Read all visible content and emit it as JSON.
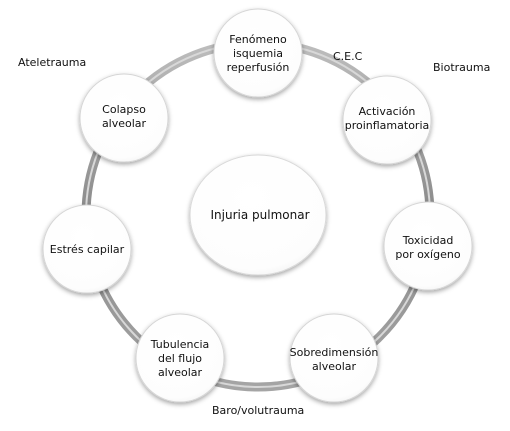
{
  "center": {
    "label": "Injuria pulmonar"
  },
  "nodes": [
    {
      "id": "fenomeno",
      "lines": [
        "Fenómeno",
        "isquemia",
        "reperfusión"
      ]
    },
    {
      "id": "activacion",
      "lines": [
        "Activación",
        "proinflamatoria"
      ]
    },
    {
      "id": "toxicidad",
      "lines": [
        "Toxicidad",
        "por oxígeno"
      ]
    },
    {
      "id": "sobredimension",
      "lines": [
        "Sobredimensión",
        "alveolar"
      ]
    },
    {
      "id": "tubulencia",
      "lines": [
        "Tubulencia",
        "del flujo",
        "alveolar"
      ]
    },
    {
      "id": "estres",
      "lines": [
        "Estrés capilar"
      ]
    },
    {
      "id": "colapso",
      "lines": [
        "Colapso",
        "alveolar"
      ]
    }
  ],
  "labels": {
    "ateletrauma": "Ateletrauma",
    "cec": "C.E.C",
    "biotrauma": "Biotrauma",
    "barovolutrauma": "Baro/volutrauma"
  },
  "colors": {
    "ring": "#8a8a8a",
    "node_fill": "#ffffff",
    "node_stroke": "#d6d6d6",
    "text": "#111111"
  }
}
